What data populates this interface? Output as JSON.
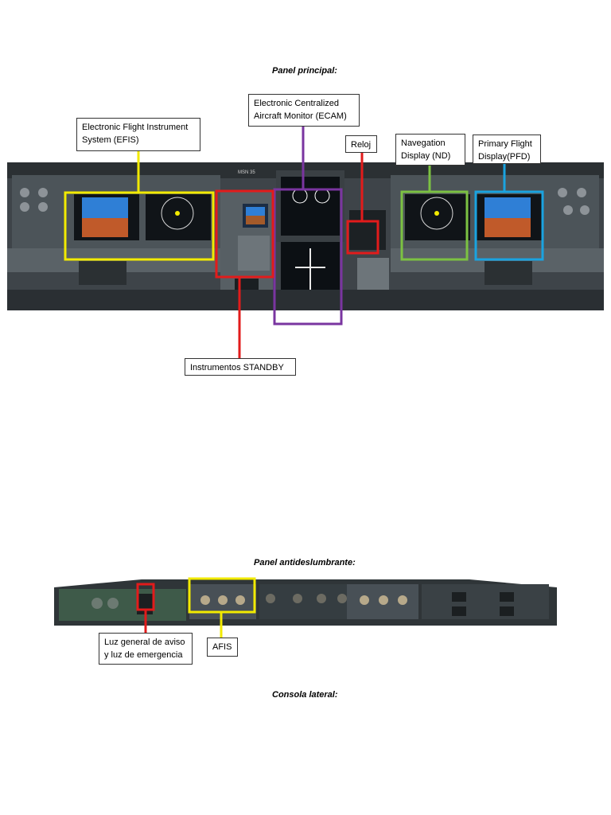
{
  "sections": {
    "main_panel": "Panel principal:",
    "glareshield": "Panel antideslumbrante:",
    "side_console": "Consola lateral:"
  },
  "main_panel": {
    "callouts": {
      "efis": [
        "Electronic Flight Instrument",
        "System (EFIS)"
      ],
      "ecam": [
        "Electronic Centralized",
        "Aircraft Monitor (ECAM)"
      ],
      "clock": [
        "Reloj"
      ],
      "nd": [
        "Navegation",
        "Display (ND)"
      ],
      "pfd": [
        "Primary Flight",
        "Display(PFD)"
      ],
      "standby": [
        "Instrumentos STANDBY"
      ]
    },
    "photo_label": "MSN 35",
    "colors": {
      "efis": "#f2ea00",
      "ecam": "#7a35a0",
      "clock": "#e21b1b",
      "nd": "#7cc242",
      "pfd": "#1aa3e0",
      "standby": "#e21b1b"
    }
  },
  "glareshield": {
    "callouts": {
      "warning_lights": [
        "Luz general de aviso",
        "y luz de emergencia"
      ],
      "afis": [
        "AFIS"
      ]
    },
    "colors": {
      "warning_lights": "#e21b1b",
      "afis": "#f2ea00"
    }
  }
}
